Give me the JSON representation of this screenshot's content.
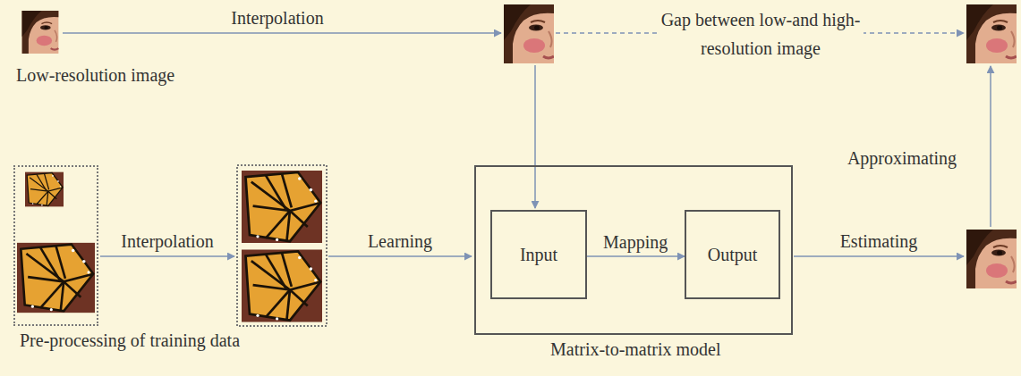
{
  "diagram": {
    "nodes": [
      {
        "text": [
          "Low-resolution image"
        ]
      },
      {
        "text": [
          "Pre-processing of training data"
        ]
      },
      {
        "text": [
          "Matrix-to-matrix model"
        ]
      },
      {
        "text": [
          "Input"
        ],
        "in": 2
      },
      {
        "text": [
          "Output"
        ],
        "in": 2
      }
    ],
    "edges": [
      {
        "from": 3,
        "to": 4,
        "label": "Mapping",
        "arrow": "to"
      }
    ],
    "labels": [
      "Interpolation",
      "Gap between low-and high-resolution image",
      "Approximating",
      "Interpolation",
      "Learning",
      "Estimating"
    ]
  }
}
